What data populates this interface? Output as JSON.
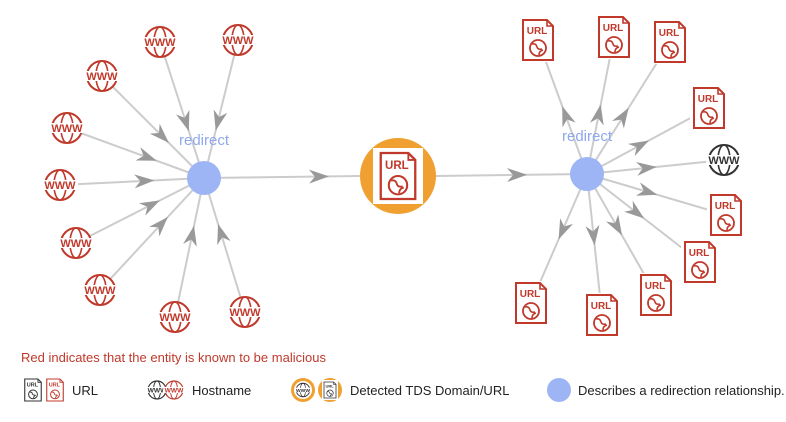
{
  "diagram": {
    "hub_label": "redirect",
    "icon_text": {
      "url": "URL",
      "www": "WWW"
    },
    "colors": {
      "malicious": "#c0392b",
      "benign": "#333333",
      "hub": "#9db4f5",
      "tds": "#f0a030",
      "edge": "#cccccc",
      "arrow": "#999999",
      "hub_label": "#8fa8ee"
    },
    "left_hub": {
      "label": "redirect",
      "inbound": [
        "www",
        "www",
        "www",
        "www",
        "www",
        "www",
        "www",
        "www",
        "www"
      ],
      "inbound_malicious": [
        true,
        true,
        true,
        true,
        true,
        true,
        true,
        true,
        true
      ]
    },
    "tds_node": {
      "type": "url",
      "malicious": true,
      "detected_tds": true
    },
    "right_hub": {
      "label": "redirect",
      "outbound": [
        "url",
        "url",
        "url",
        "url",
        "www",
        "url",
        "url",
        "url",
        "url",
        "url"
      ],
      "outbound_malicious": [
        true,
        true,
        true,
        true,
        false,
        true,
        true,
        true,
        true,
        true
      ]
    }
  },
  "legend": {
    "note": "Red indicates that the entity is known to be malicious",
    "url_label": "URL",
    "hostname_label": "Hostname",
    "tds_label": "Detected TDS Domain/URL",
    "redirect_label": "Describes a redirection relationship."
  }
}
